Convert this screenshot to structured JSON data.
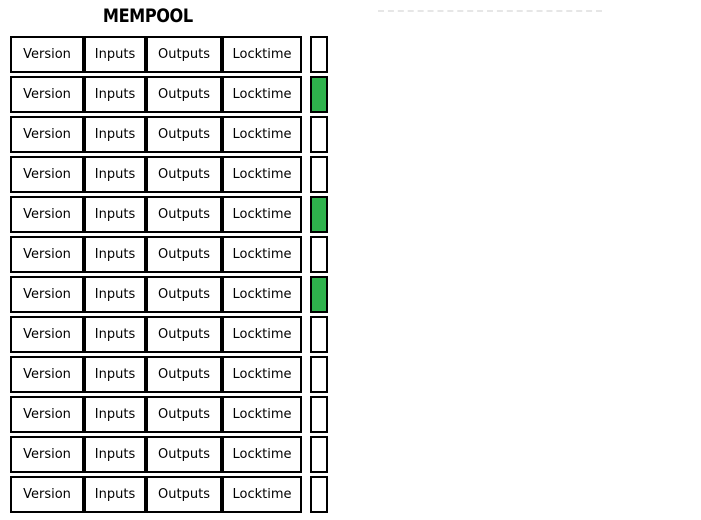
{
  "title": "MEMPOOL",
  "cell_labels": {
    "version": "Version",
    "inputs": "Inputs",
    "outputs": "Outputs",
    "locktime": "Locktime"
  },
  "transactions": [
    {
      "indicator": "empty"
    },
    {
      "indicator": "filled"
    },
    {
      "indicator": "empty"
    },
    {
      "indicator": "empty"
    },
    {
      "indicator": "filled"
    },
    {
      "indicator": "empty"
    },
    {
      "indicator": "filled"
    },
    {
      "indicator": "empty"
    },
    {
      "indicator": "empty"
    },
    {
      "indicator": "empty"
    },
    {
      "indicator": "empty"
    },
    {
      "indicator": "empty"
    }
  ],
  "colors": {
    "indicator_filled": "#2eb24c",
    "indicator_empty": "#ffffff",
    "box_border": "#000000",
    "dashed_line": "#e6e6e6",
    "text": "#000000"
  }
}
